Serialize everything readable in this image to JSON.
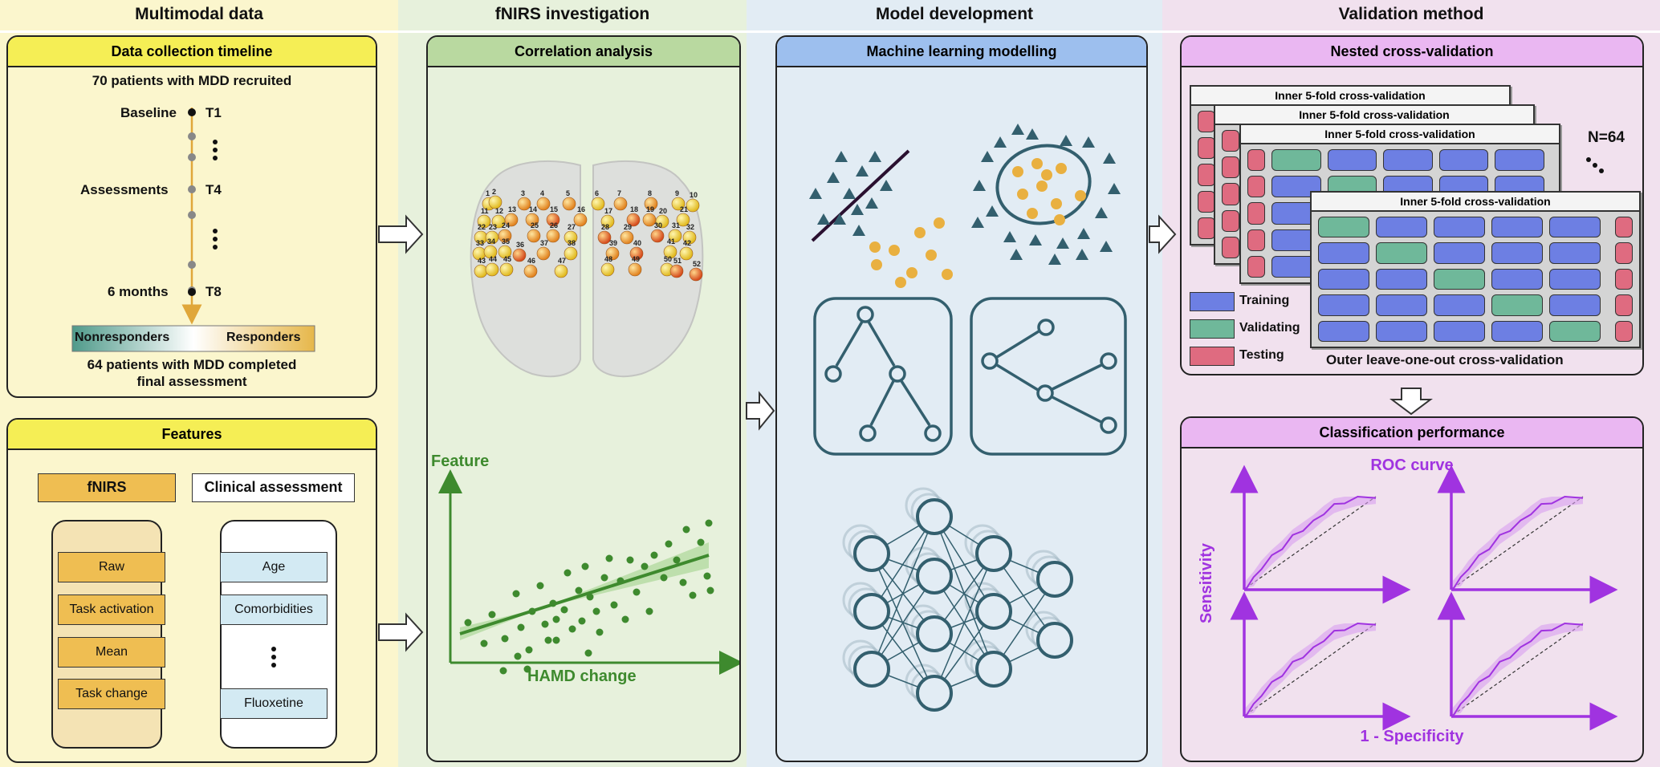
{
  "sections": {
    "multimodal": "Multimodal data",
    "fnirs": "fNIRS investigation",
    "model": "Model development",
    "validation": "Validation method"
  },
  "timeline": {
    "title": "Data collection timeline",
    "recruited": "70 patients with MDD recruited",
    "baseline": "Baseline",
    "t1": "T1",
    "assessments": "Assessments",
    "t4": "T4",
    "six_months": "6 months",
    "t8": "T8",
    "nonresponders": "Nonresponders",
    "responders": "Responders",
    "completed_line1": "64 patients with MDD completed",
    "completed_line2": "final assessment"
  },
  "features": {
    "title": "Features",
    "fnirs_label": "fNIRS",
    "clinical_label": "Clinical assessment",
    "fnirs_items": [
      "Raw",
      "Task activation",
      "Mean",
      "Task change"
    ],
    "clinical_items": [
      "Age",
      "Comorbidities",
      "Fluoxetine"
    ]
  },
  "correlation": {
    "title": "Correlation analysis",
    "feature_axis": "Feature",
    "hamd_axis": "HAMD change",
    "channels": [
      "1",
      "2",
      "3",
      "4",
      "5",
      "6",
      "7",
      "8",
      "9",
      "10",
      "11",
      "12",
      "13",
      "14",
      "15",
      "16",
      "17",
      "18",
      "19",
      "20",
      "21",
      "22",
      "23",
      "24",
      "25",
      "26",
      "27",
      "28",
      "29",
      "30",
      "31",
      "32",
      "33",
      "34",
      "35",
      "36",
      "37",
      "38",
      "39",
      "40",
      "41",
      "42",
      "43",
      "44",
      "45",
      "46",
      "47",
      "48",
      "49",
      "50",
      "51",
      "52"
    ]
  },
  "ml": {
    "title": "Machine learning modelling"
  },
  "nested": {
    "title": "Nested cross-validation",
    "inner_label": "Inner 5-fold cross-validation",
    "n_label": "N=64",
    "legend": [
      "Training",
      "Validating",
      "Testing"
    ],
    "outer_label": "Outer leave-one-out cross-validation"
  },
  "classification": {
    "title": "Classification performance",
    "roc_title": "ROC curve",
    "y_axis": "Sensitivity",
    "x_axis": "1 - Specificity"
  },
  "colors": {
    "yellow_header": "#f5ee55",
    "green_header": "#b9d9a0",
    "blue_header": "#9dbfee",
    "pink_header": "#eab7f2",
    "training": "#6d7fe3",
    "validating": "#6fb89a",
    "testing": "#df6b80",
    "roc_purple": "#a033e0",
    "scatter_green": "#3e8a2e"
  }
}
